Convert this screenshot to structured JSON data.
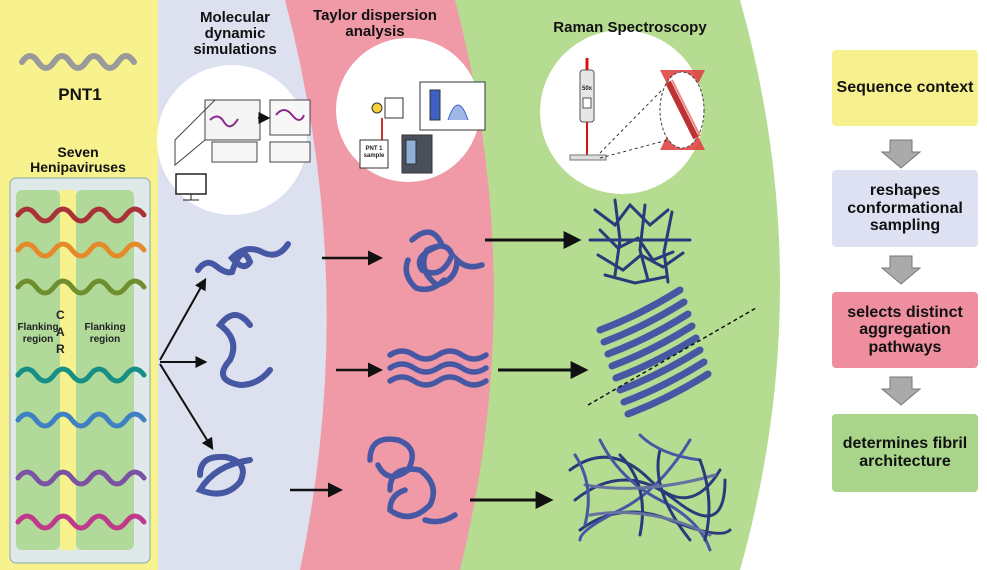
{
  "left_panel": {
    "title": "PNT1",
    "subtitle": "Seven Henipaviruses",
    "flank_left": "Flanking region",
    "flank_right": "Flanking region",
    "car_letters": [
      "C",
      "A",
      "R"
    ],
    "strand_colors": [
      "#a83237",
      "#e58a2a",
      "#6f8f2f",
      "#178f85",
      "#3f7fc3",
      "#7b52a3",
      "#c03a8c"
    ]
  },
  "columns": {
    "md": "Molecular dynamic simulations",
    "tda": "Taylor dispersion analysis",
    "raman": "Raman Spectroscopy"
  },
  "inset_labels": {
    "pnt_sample": "PNT 1 sample",
    "objective": "50x"
  },
  "flow": {
    "steps": [
      {
        "label": "Sequence context",
        "color": "#f6f08f"
      },
      {
        "label": "reshapes conformational sampling",
        "color": "#dde1f2"
      },
      {
        "label": "selects distinct aggregation pathways",
        "color": "#ef8e9e"
      },
      {
        "label": "determines fibril architecture",
        "color": "#a8d58a"
      }
    ],
    "arrow_color": "#aaaaaa"
  },
  "colors": {
    "yellow_band": "#f7f28e",
    "blue_band": "#dde1ef",
    "pink_band": "#ef9aa6",
    "green_band": "#b5dc91",
    "protein": "#4657a3"
  }
}
